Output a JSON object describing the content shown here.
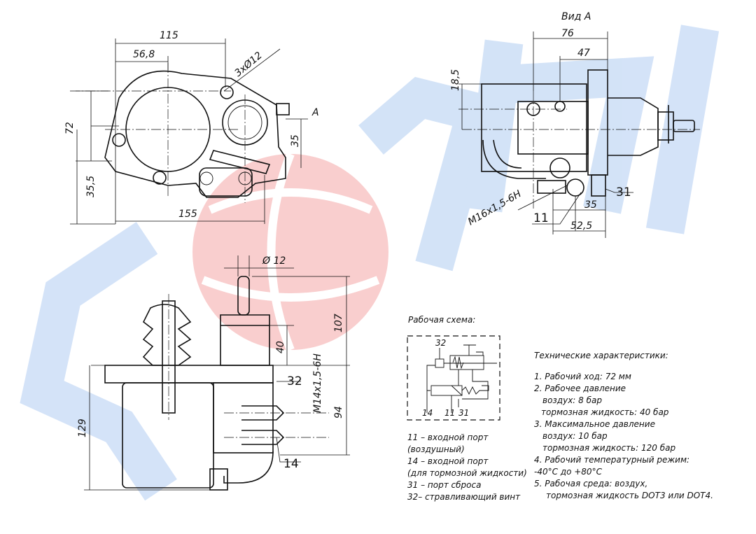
{
  "colors": {
    "watermark_blue": "#cfe0f7",
    "watermark_red": "#f9c9c9",
    "line": "#111111"
  },
  "top_view": {
    "dims": {
      "w115": "115",
      "w56_8": "56,8",
      "holes": "3xØ12",
      "view_a": "A",
      "h72": "72",
      "h35_5": "35,5",
      "h35": "35",
      "w155": "155"
    }
  },
  "view_a": {
    "title": "Вид А",
    "dims": {
      "w76": "76",
      "w47": "47",
      "h18_5": "18,5",
      "port31": "31",
      "port11": "11",
      "thread": "M16x1,5-6H",
      "w35": "35",
      "w52_5": "52,5"
    }
  },
  "side_view": {
    "dims": {
      "d12": "Ø 12",
      "h107": "107",
      "h40": "40",
      "port32": "32",
      "thread": "M14x1,5-6H",
      "h94": "94",
      "h129": "129",
      "port14": "14"
    }
  },
  "scheme": {
    "title": "Рабочая схема:",
    "labels": {
      "p32": "32",
      "p14": "14",
      "p11": "11",
      "p31": "31"
    },
    "legend": [
      "11 – входной порт",
      "(воздушный)",
      "14 – входной порт",
      "(для тормозной жидкости)",
      "31 – порт сброса",
      "32– стравливающий винт"
    ]
  },
  "specs": {
    "title": "Технические характеристики:",
    "lines": [
      "1. Рабочий ход: 72 мм",
      "2. Рабочее давление",
      "воздух: 8 бар",
      "тормозная жидкость: 40 бар",
      "3. Максимальное давление",
      "воздух: 10 бар",
      "тормозная жидкость: 120 бар",
      "4. Рабочий температурный режим:",
      "-40°C до +80°C",
      "5. Рабочая среда: воздух,",
      "тормозная жидкость DOT3 или DOT4."
    ]
  }
}
